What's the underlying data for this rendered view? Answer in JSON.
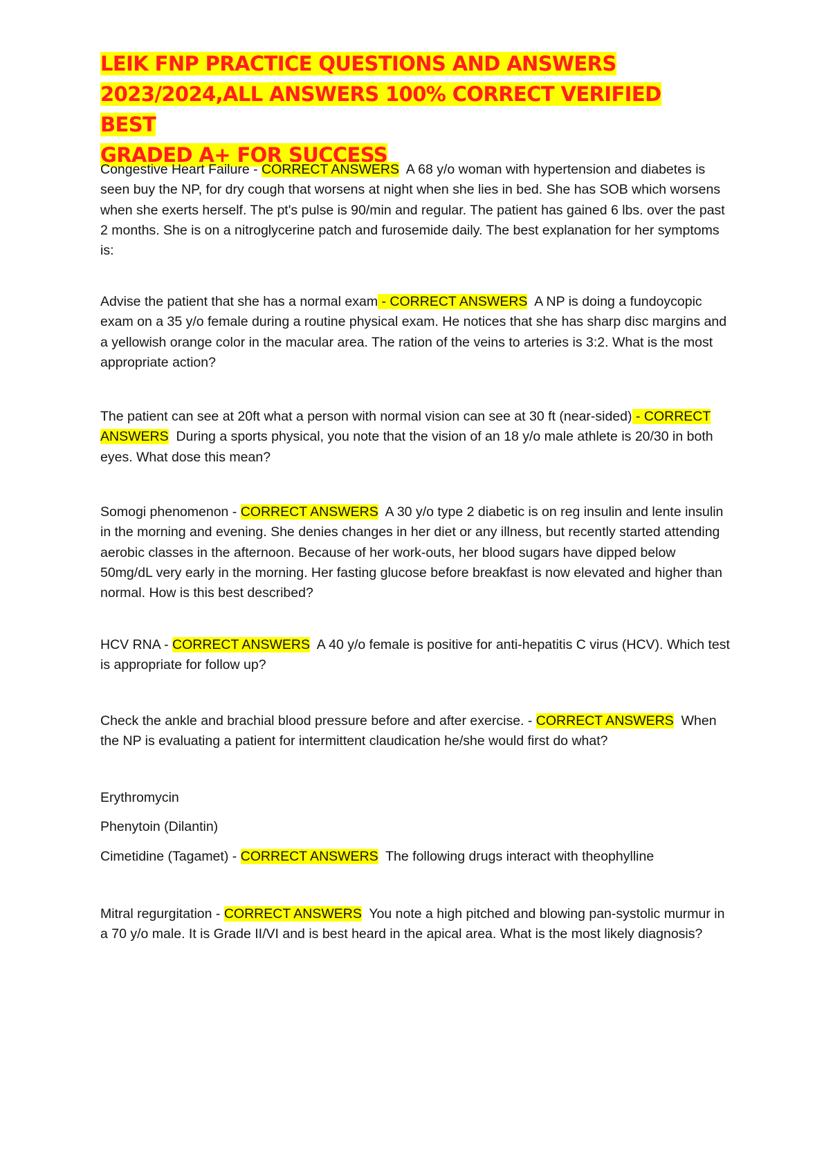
{
  "title_lines": [
    "LEIK FNP PRACTICE QUESTIONS AND ANSWERS",
    "2023/2024,ALL ANSWERS 100% CORRECT VERIFIED  BEST",
    "GRADED A+ FOR SUCCESS"
  ],
  "marker": "CORRECT ANSWERS",
  "items": [
    {
      "answer": "Congestive Heart Failure - ",
      "question": "A 68 y/o woman with hypertension and diabetes is seen buy the NP, for dry cough that worsens at night when she lies in bed. She has SOB which worsens when she exerts herself. The pt's pulse is 90/min and regular. The patient has gained 6 lbs. over the past 2 months. She is on a nitroglycerine patch and furosemide daily. The best explanation for her symptoms is:"
    },
    {
      "answer": "Advise the patient that she has a normal exam",
      "dash": " - ",
      "question": "A NP is doing a fundoycopic exam on a 35 y/o female during a routine physical exam. He notices that she has sharp disc margins and a yellowish orange color in the macular area. The ration of the veins to arteries is 3:2. What is the most appropriate action?"
    },
    {
      "answer": "The patient can see at 20ft what a person with normal vision can see at 30 ft (near-sided)",
      "dash": " - ",
      "question": "During a sports physical, you note that the vision of an 18 y/o male athlete is 20/30 in both eyes. What dose this mean?"
    },
    {
      "answer": "Somogi phenomenon - ",
      "question": "A 30 y/o type 2 diabetic is on reg insulin and lente insulin in the morning and evening. She denies changes in her diet or any illness, but recently started attending aerobic classes in the afternoon. Because of her work-outs, her blood sugars have dipped below 50mg/dL very early in the morning. Her fasting glucose before breakfast is now elevated and higher than normal. How is this best described?"
    },
    {
      "answer": "HCV RNA - ",
      "question": "A 40 y/o female is positive for anti-hepatitis C virus (HCV). Which test is appropriate for follow up?"
    },
    {
      "answer": "Check the ankle and brachial blood pressure before and after exercise. - ",
      "question": "When the NP is evaluating a patient for intermittent claudication he/she would first do what?"
    },
    {
      "answer_lines": [
        "Erythromycin",
        "Phenytoin (Dilantin)"
      ],
      "answer": "Cimetidine (Tagamet) - ",
      "question": "The following drugs interact with theophylline"
    },
    {
      "answer": "Mitral regurgitation - ",
      "question": "You note a high pitched and blowing pan-systolic murmur in a 70 y/o male. It is Grade II/VI and is best heard in the apical area. What is the most likely diagnosis?"
    }
  ]
}
